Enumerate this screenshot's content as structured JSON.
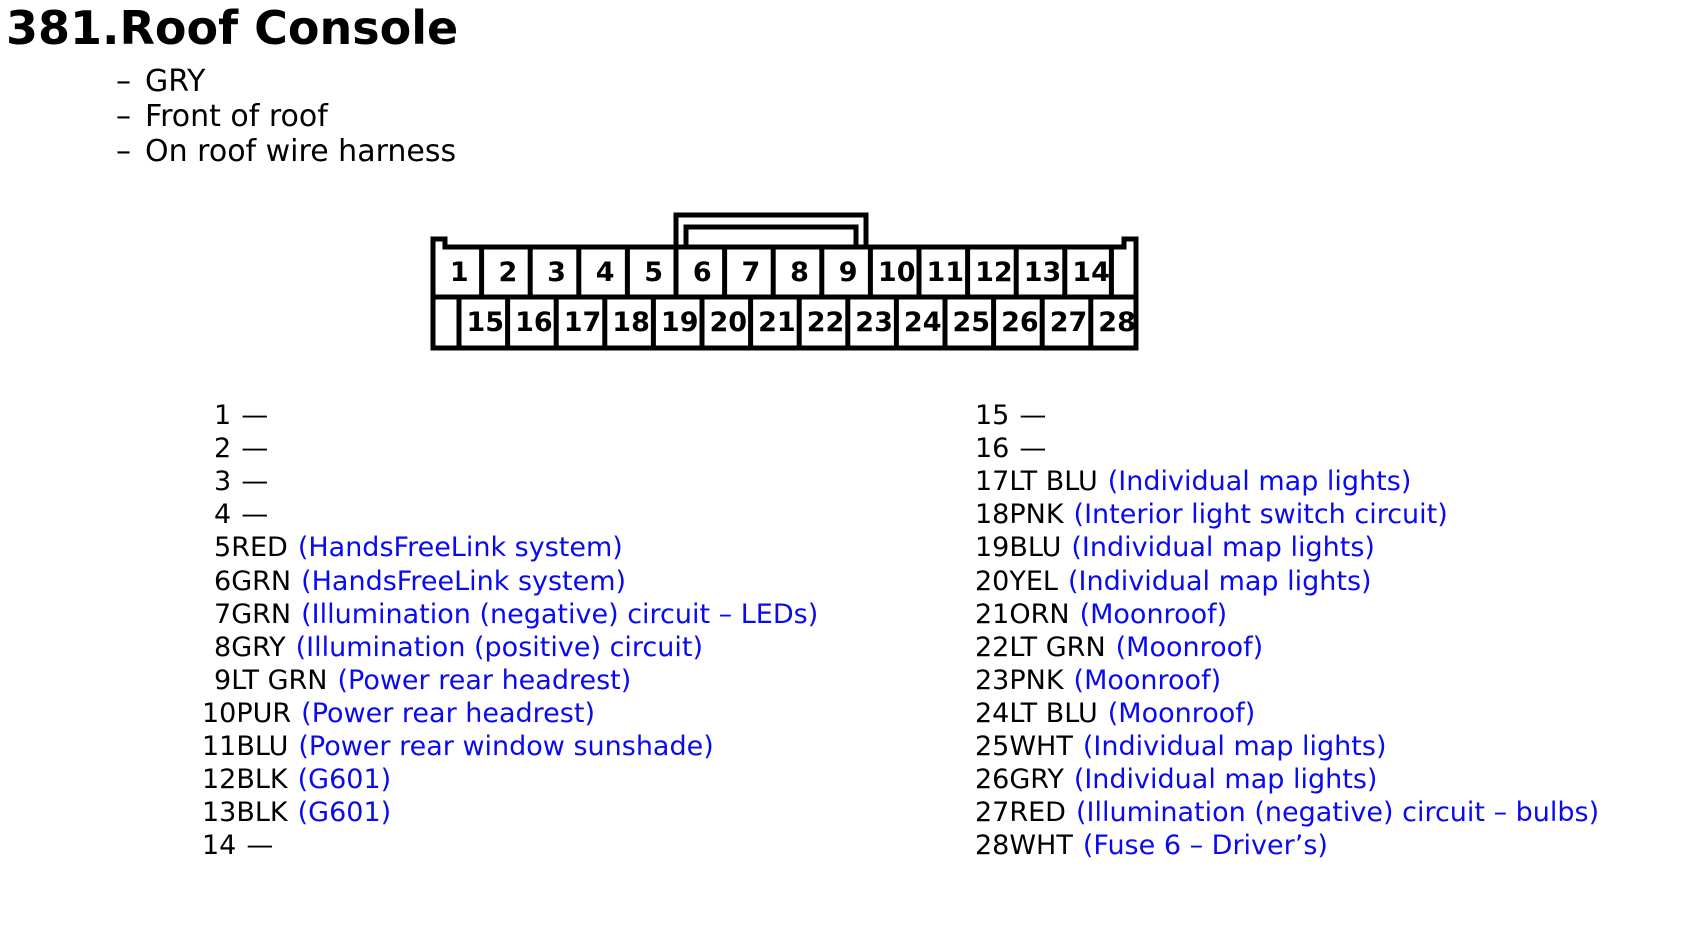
{
  "title": "381.Roof Console",
  "notes": [
    "GRY",
    "Front of roof",
    "On roof wire harness"
  ],
  "note_bullet": "–",
  "colors": {
    "text": "#000000",
    "description": "#0a0aef",
    "outline": "#000000",
    "background": "#ffffff"
  },
  "connector": {
    "top_row": [
      "1",
      "2",
      "3",
      "4",
      "5",
      "6",
      "7",
      "8",
      "9",
      "10",
      "11",
      "12",
      "13",
      "14"
    ],
    "bottom_row": [
      "15",
      "16",
      "17",
      "18",
      "19",
      "20",
      "21",
      "22",
      "23",
      "24",
      "25",
      "26",
      "27",
      "28"
    ]
  },
  "pins_left": [
    {
      "pin": "1",
      "wire": "—",
      "desc": ""
    },
    {
      "pin": "2",
      "wire": "—",
      "desc": ""
    },
    {
      "pin": "3",
      "wire": "—",
      "desc": ""
    },
    {
      "pin": "4",
      "wire": "—",
      "desc": ""
    },
    {
      "pin": "5",
      "wire": "RED",
      "desc": "(HandsFreeLink system)"
    },
    {
      "pin": "6",
      "wire": "GRN",
      "desc": "(HandsFreeLink system)"
    },
    {
      "pin": "7",
      "wire": "GRN",
      "desc": "(Illumination (negative) circuit – LEDs)"
    },
    {
      "pin": "8",
      "wire": "GRY",
      "desc": "(Illumination (positive) circuit)"
    },
    {
      "pin": "9",
      "wire": "LT GRN",
      "desc": "(Power rear headrest)"
    },
    {
      "pin": "10",
      "wire": "PUR",
      "desc": "(Power rear headrest)"
    },
    {
      "pin": "11",
      "wire": "BLU",
      "desc": "(Power rear window sunshade)"
    },
    {
      "pin": "12",
      "wire": "BLK",
      "desc": "(G601)"
    },
    {
      "pin": "13",
      "wire": "BLK",
      "desc": "(G601)"
    },
    {
      "pin": "14",
      "wire": "—",
      "desc": ""
    }
  ],
  "pins_right": [
    {
      "pin": "15",
      "wire": "—",
      "desc": ""
    },
    {
      "pin": "16",
      "wire": "—",
      "desc": ""
    },
    {
      "pin": "17",
      "wire": "LT BLU",
      "desc": "(Individual map lights)"
    },
    {
      "pin": "18",
      "wire": "PNK",
      "desc": "(Interior light switch circuit)"
    },
    {
      "pin": "19",
      "wire": "BLU",
      "desc": "(Individual map lights)"
    },
    {
      "pin": "20",
      "wire": "YEL",
      "desc": "(Individual map lights)"
    },
    {
      "pin": "21",
      "wire": "ORN",
      "desc": "(Moonroof)"
    },
    {
      "pin": "22",
      "wire": "LT GRN",
      "desc": "(Moonroof)"
    },
    {
      "pin": "23",
      "wire": "PNK",
      "desc": "(Moonroof)"
    },
    {
      "pin": "24",
      "wire": "LT BLU",
      "desc": "(Moonroof)"
    },
    {
      "pin": "25",
      "wire": "WHT",
      "desc": "(Individual map lights)"
    },
    {
      "pin": "26",
      "wire": "GRY",
      "desc": "(Individual map lights)"
    },
    {
      "pin": "27",
      "wire": "RED",
      "desc": "(Illumination (negative) circuit – bulbs)"
    },
    {
      "pin": "28",
      "wire": "WHT",
      "desc": "(Fuse 6 – Driver’s)"
    }
  ]
}
